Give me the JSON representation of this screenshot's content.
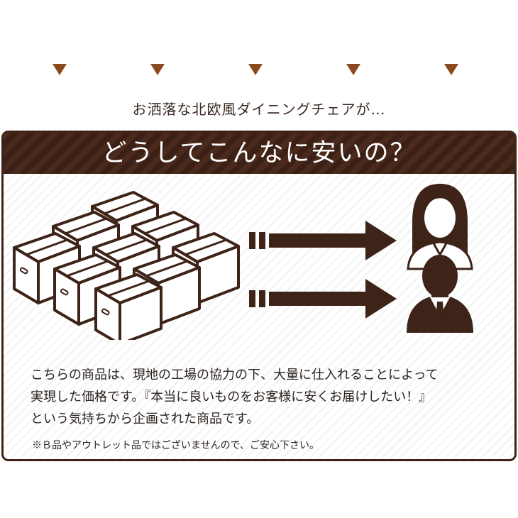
{
  "colors": {
    "accent": "#8a4a1e",
    "dark_brown": "#3d2318",
    "text": "#2c2420"
  },
  "decorations": {
    "arrow_count": 5,
    "arrow_icon": "chevron-down-triangle"
  },
  "lead": "お洒落な北欧風ダイニングチェアが…",
  "panel": {
    "title": "どうしてこんなに安いの？",
    "illustration": {
      "boxes_icon": "stacked-boxes-icon",
      "arrow_icon": "right-arrow-icon",
      "persons": [
        "woman-icon",
        "man-icon"
      ]
    },
    "body_lines": [
      "こちらの商品は、現地の工場の協力の下、大量に仕入れることによって",
      "実現した価格です。『本当に良いものをお客様に安くお届けしたい！』",
      "という気持ちから企画された商品です。"
    ],
    "note": "※Ｂ品やアウトレット品ではございませんので、ご安心下さい。"
  }
}
